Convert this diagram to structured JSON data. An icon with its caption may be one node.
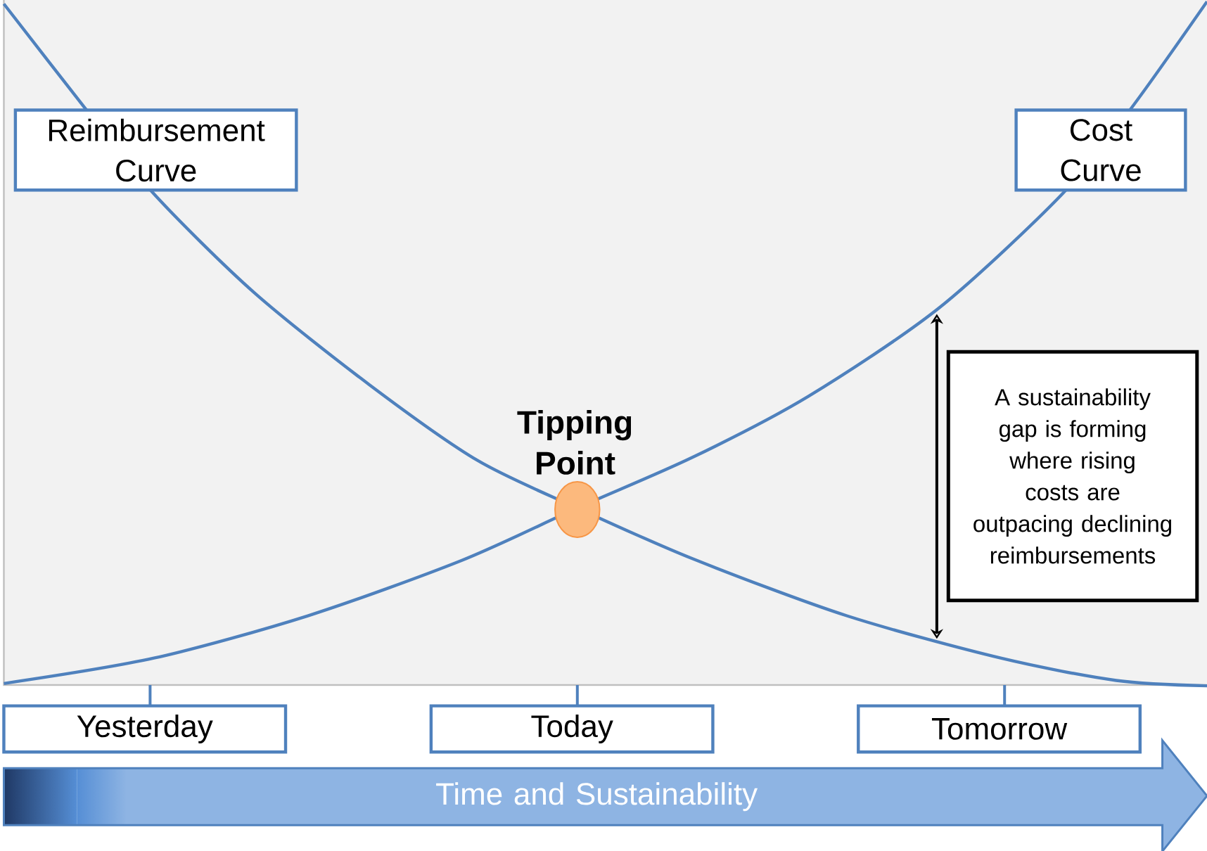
{
  "diagram": {
    "nodes": [
      {
        "text": [
          "Reimbursement Curve"
        ]
      },
      {
        "text": [
          "Cost Curve"
        ]
      },
      {
        "text": [
          "Tipping Point"
        ]
      },
      {
        "text": [
          "A sustainability gap is forming where rising costs are outpacing declining reimbursements"
        ]
      },
      {
        "text": [
          "Yesterday"
        ]
      },
      {
        "text": [
          "Today"
        ]
      },
      {
        "text": [
          "Tomorrow"
        ]
      },
      {
        "text": [
          "Time and Sustainability"
        ]
      }
    ]
  }
}
